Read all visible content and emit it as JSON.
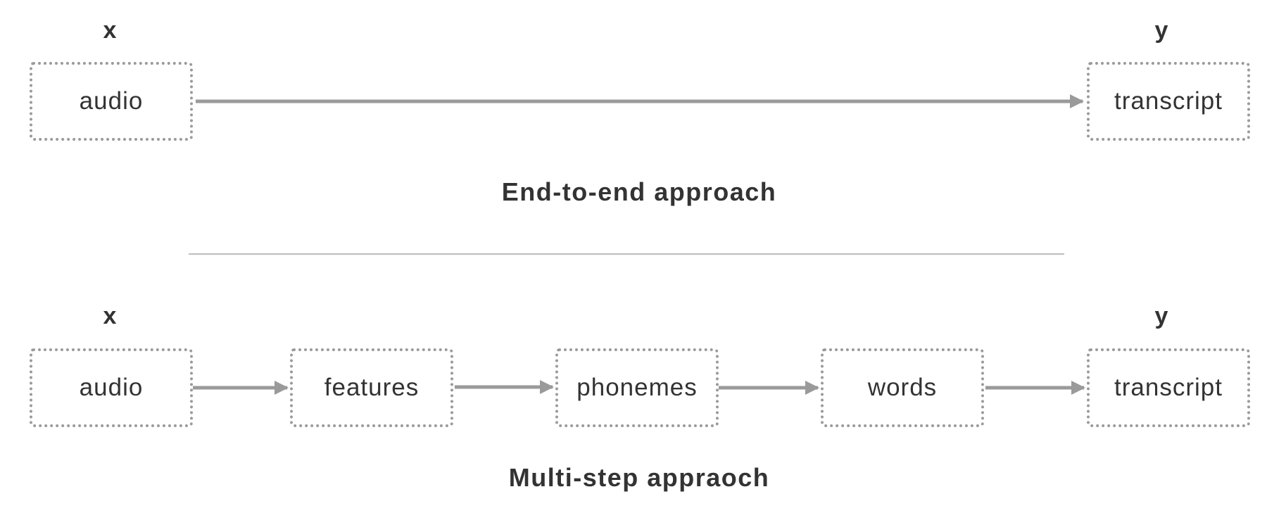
{
  "end_to_end": {
    "input_label": "x",
    "output_label": "y",
    "input_box": "audio",
    "output_box": "transcript",
    "caption": "End-to-end approach"
  },
  "multi_step": {
    "input_label": "x",
    "output_label": "y",
    "boxes": [
      "audio",
      "features",
      "phonemes",
      "words",
      "transcript"
    ],
    "caption": "Multi-step appraoch"
  },
  "colors": {
    "text": "#333333",
    "arrow": "#9a9a9a",
    "box_border": "#9a9a9a",
    "divider": "#bdbdbd"
  }
}
